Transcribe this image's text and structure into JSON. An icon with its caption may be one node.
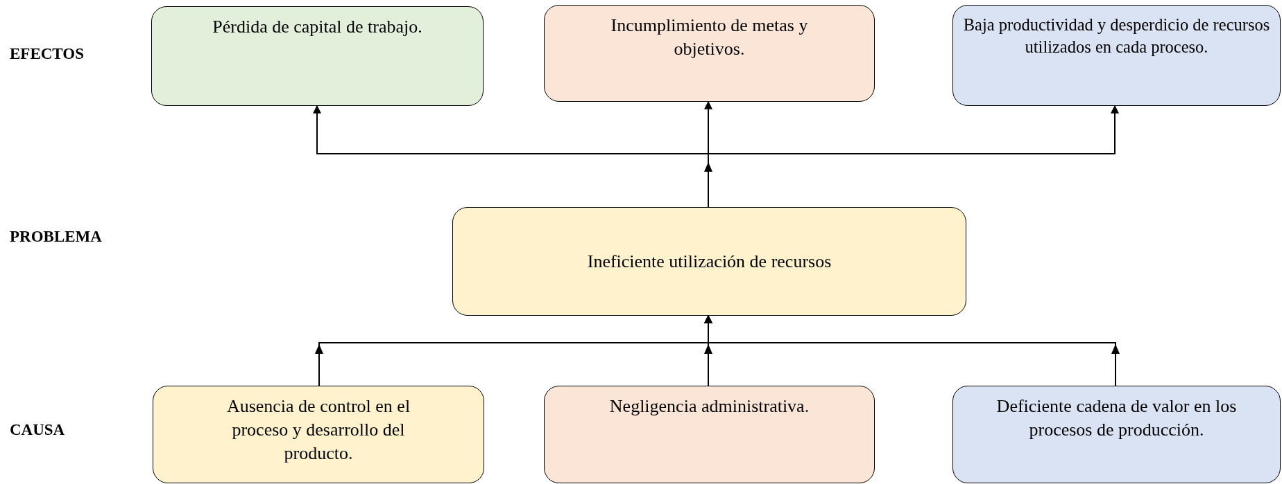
{
  "diagram": {
    "nodes": [
      {
        "text": [
          "Pérdida de capital de trabajo."
        ]
      },
      {
        "text": [
          "Incumplimiento de metas y objetivos."
        ]
      },
      {
        "text": [
          "Baja productividad y desperdicio de recursos utilizados en cada proceso."
        ]
      },
      {
        "text": [
          "Ineficiente utilización de recursos"
        ]
      },
      {
        "text": [
          "Ausencia de control en el proceso y desarrollo del producto."
        ]
      },
      {
        "text": [
          "Negligencia administrativa."
        ]
      },
      {
        "text": [
          "Deficiente cadena de valor en los procesos de producción."
        ]
      }
    ],
    "edges": [
      {
        "from": 3,
        "to": 0,
        "arrow": "to"
      },
      {
        "from": 3,
        "to": 1,
        "arrow": "to"
      },
      {
        "from": 3,
        "to": 2,
        "arrow": "to"
      },
      {
        "from": 4,
        "to": 3,
        "arrow": "to"
      },
      {
        "from": 5,
        "to": 3,
        "arrow": "to"
      },
      {
        "from": 6,
        "to": 3,
        "arrow": "to"
      }
    ],
    "labels": [
      "EFECTOS",
      "PROBLEMA",
      "CAUSA"
    ]
  }
}
